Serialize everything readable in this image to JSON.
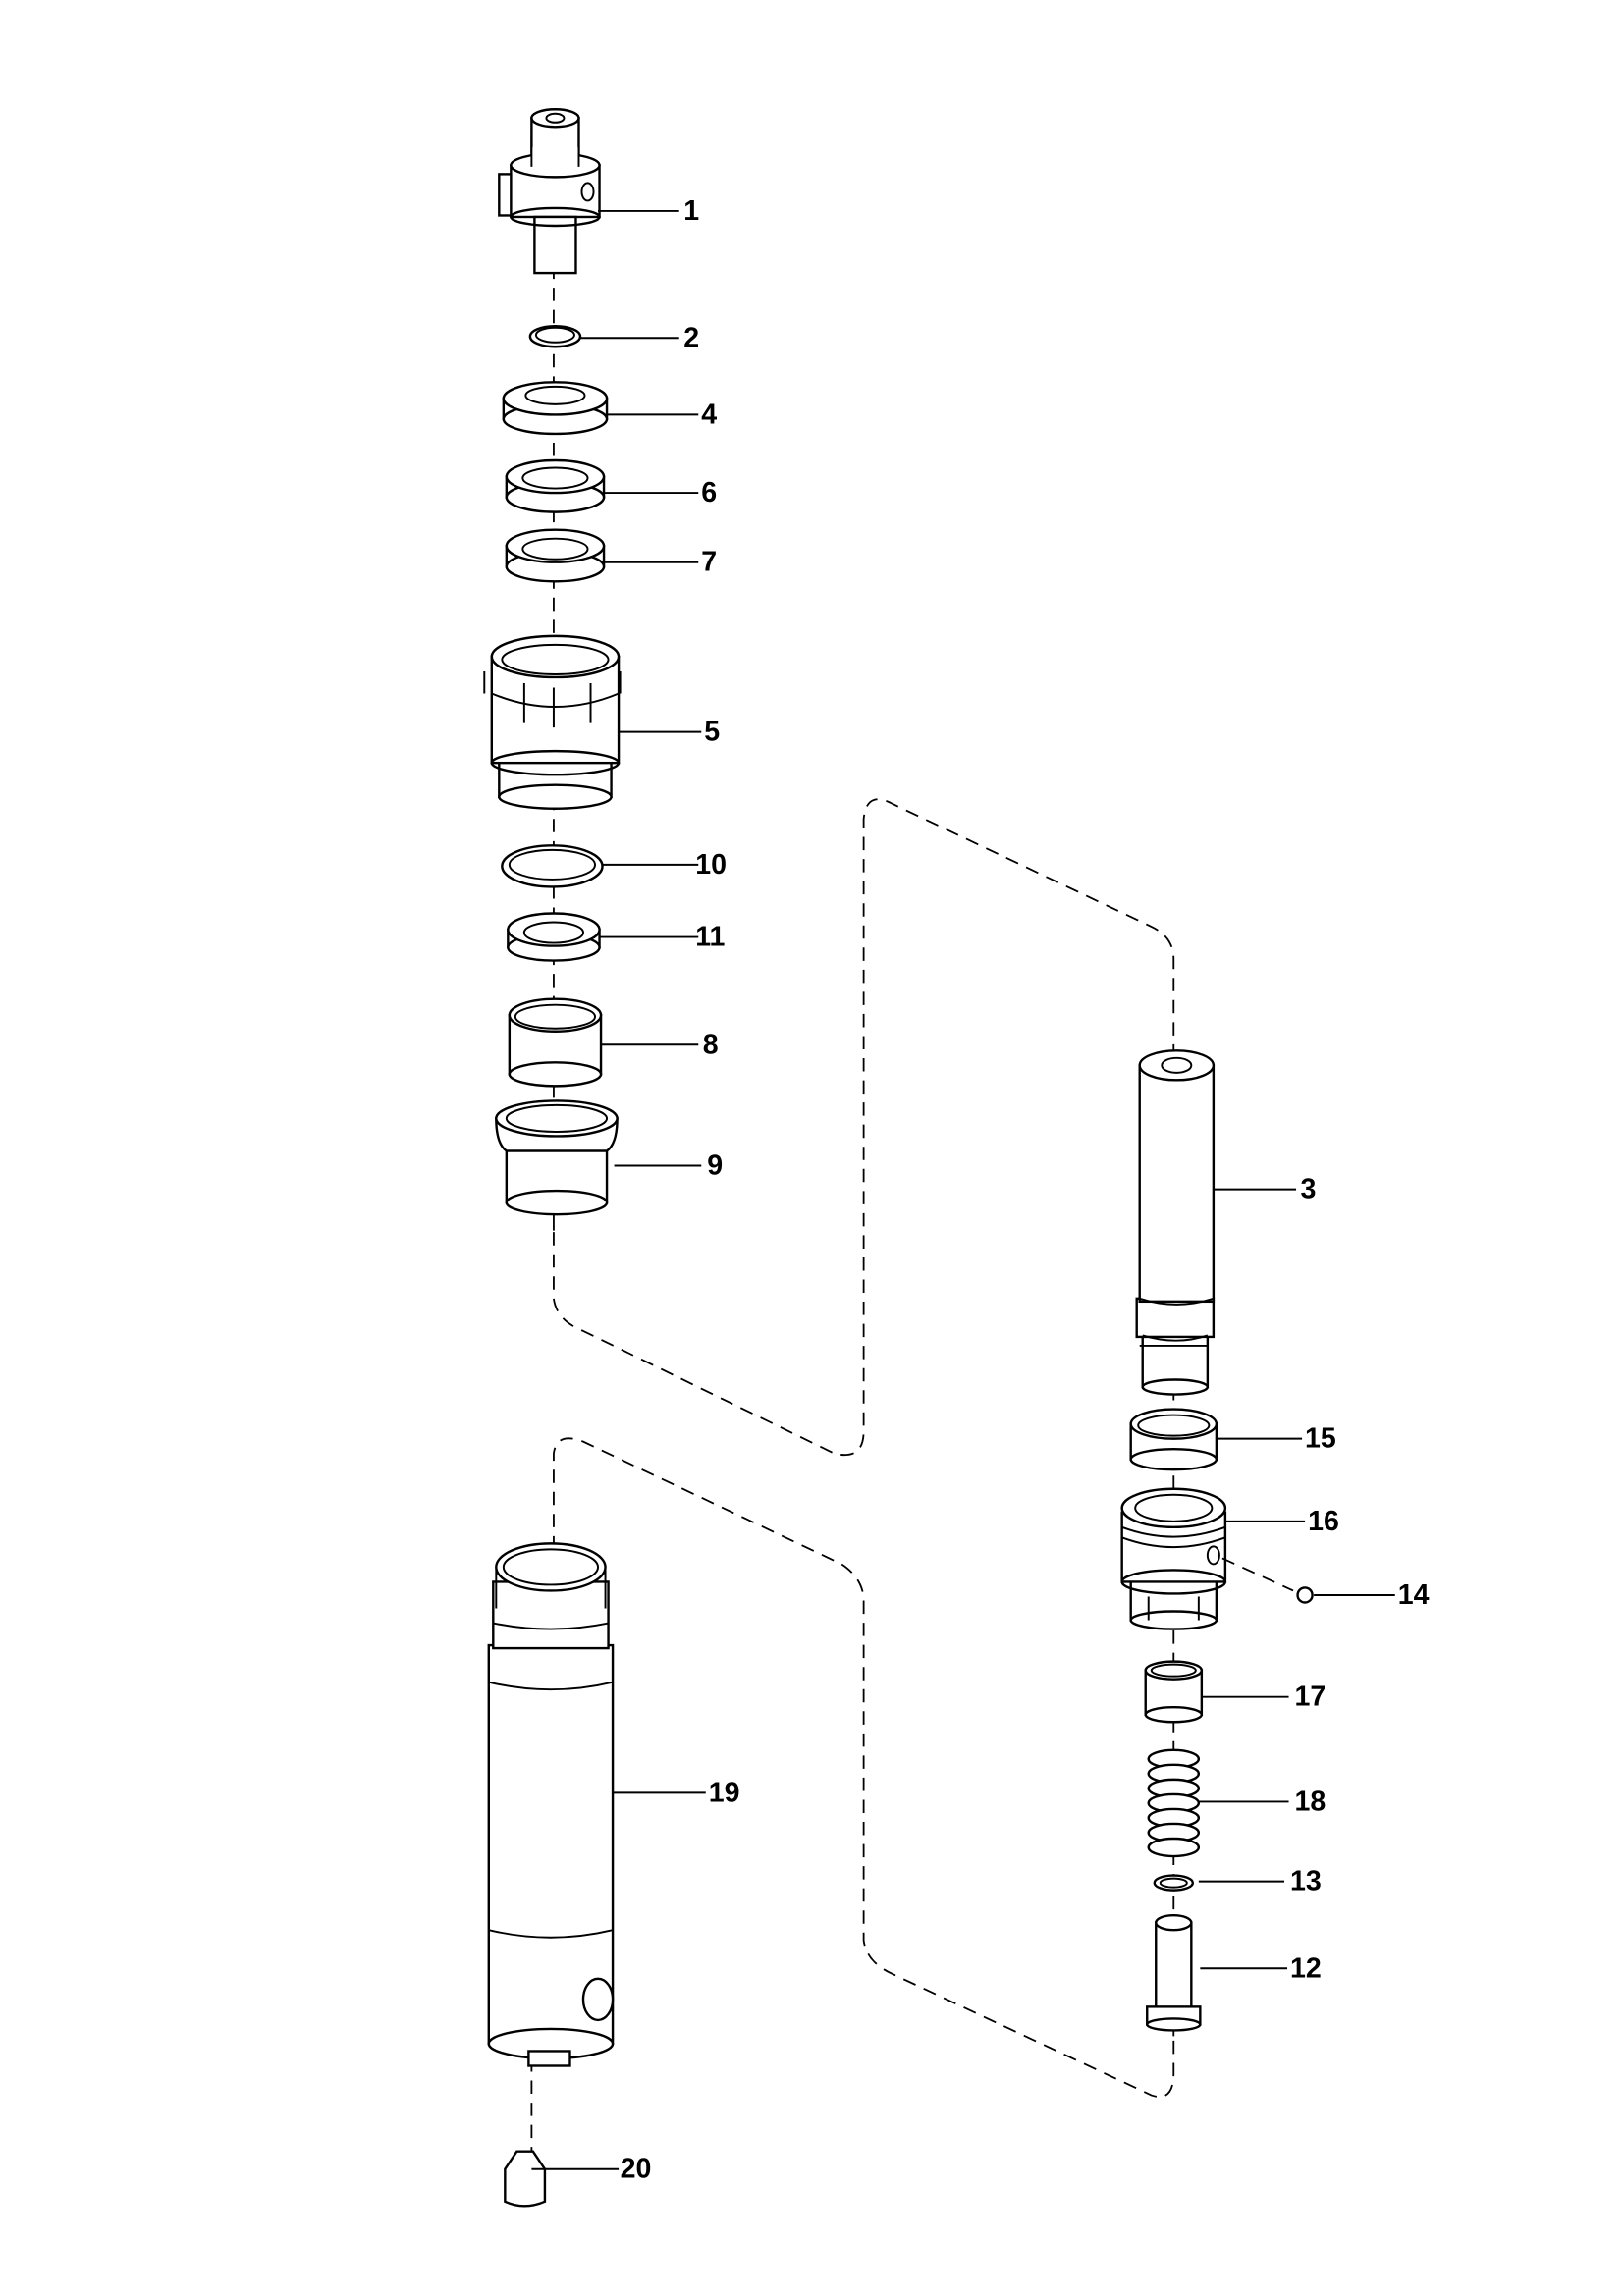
{
  "diagram": {
    "type": "exploded parts diagram",
    "callouts": [
      "1",
      "2",
      "4",
      "6",
      "7",
      "5",
      "10",
      "11",
      "8",
      "9",
      "3",
      "15",
      "16",
      "14",
      "17",
      "18",
      "13",
      "12",
      "19",
      "20"
    ]
  }
}
